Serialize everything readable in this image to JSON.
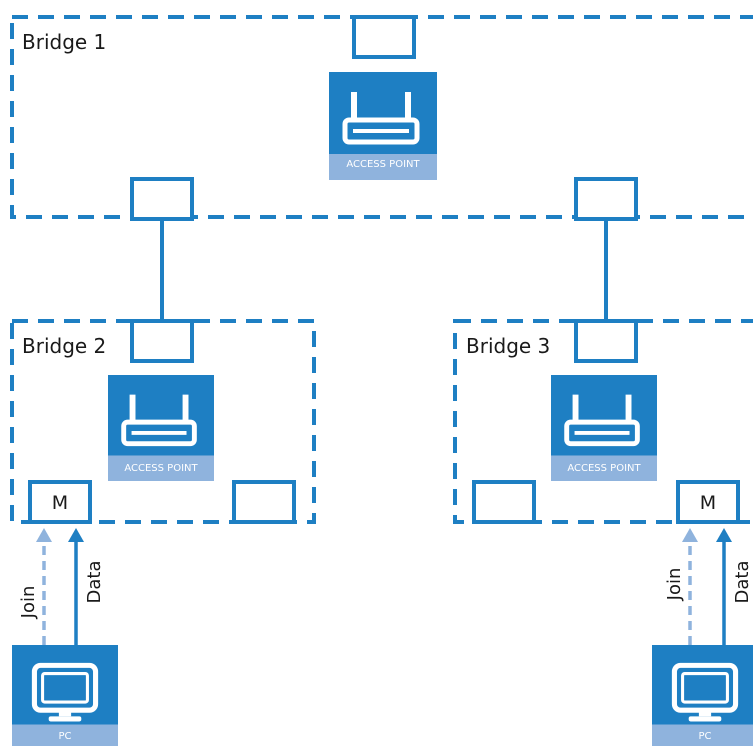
{
  "colors": {
    "primary_blue": "#1e7fc3",
    "light_blue": "#8fb3dd",
    "label_strip": "#8fb3dd",
    "text": "#1a1a1a"
  },
  "bridges": [
    {
      "title": "Bridge 1",
      "device_label": "ACCESS POINT",
      "device_icon": "access-point-icon"
    },
    {
      "title": "Bridge 2",
      "device_label": "ACCESS POINT",
      "device_icon": "access-point-icon",
      "port_label": "M"
    },
    {
      "title": "Bridge 3",
      "device_label": "ACCESS POINT",
      "device_icon": "access-point-icon",
      "port_label": "M"
    }
  ],
  "clients": [
    {
      "label": "PC",
      "icon": "monitor-icon",
      "join_label": "Join",
      "data_label": "Data"
    },
    {
      "label": "PC",
      "icon": "monitor-icon",
      "join_label": "Join",
      "data_label": "Data"
    }
  ]
}
